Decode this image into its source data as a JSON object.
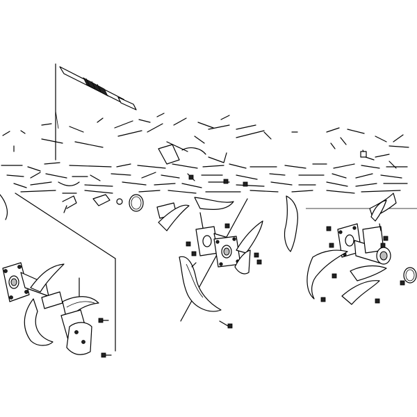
{
  "diagram": {
    "kind": "exploded-parts-drawing",
    "line_color": "#000000",
    "background": "#ffffff",
    "parts": [
      "drive-shaft",
      "left-tine-assembly",
      "center-tine-assembly",
      "right-tine-assembly",
      "snap-ring",
      "hex-bolts",
      "nuts"
    ]
  }
}
